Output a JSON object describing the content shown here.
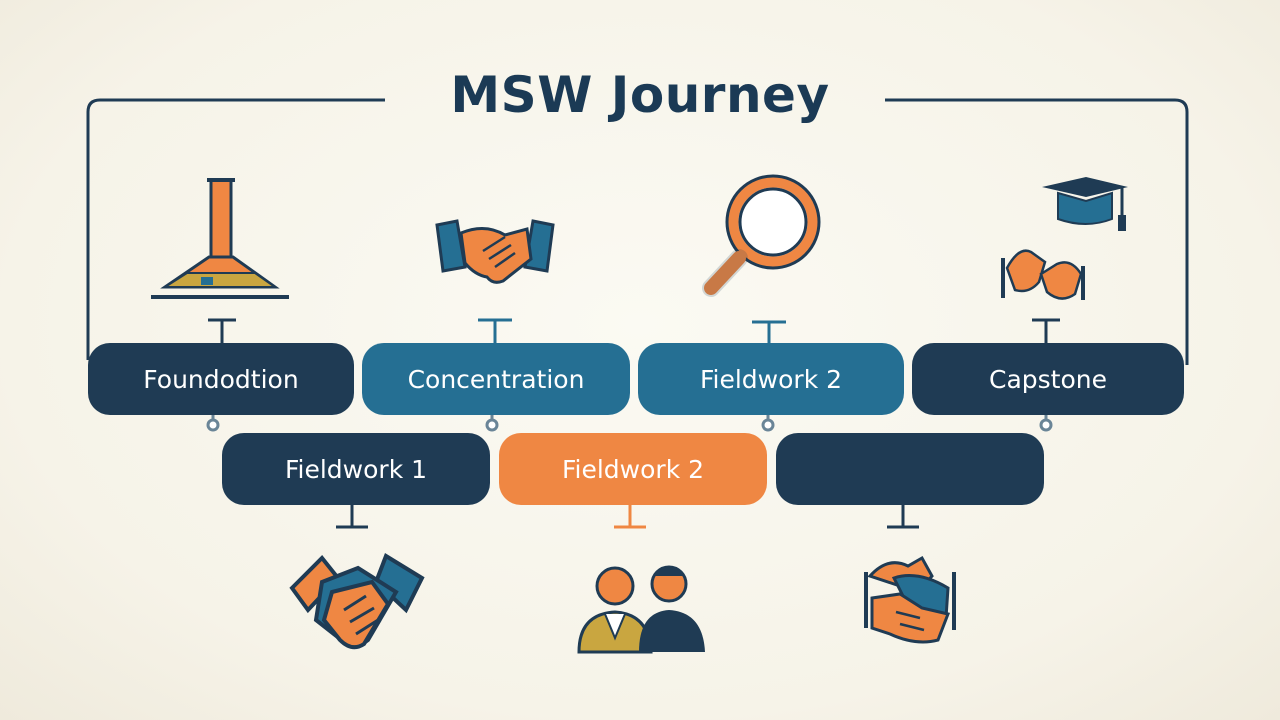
{
  "title": "MSW Journey",
  "top_row": [
    {
      "label": "Foundodtion"
    },
    {
      "label": "Concentration"
    },
    {
      "label": "Fieldwork 2"
    },
    {
      "label": "Capstone"
    }
  ],
  "bottom_row": [
    {
      "label": "Fieldwork 1"
    },
    {
      "label": "Fieldwork 2"
    },
    {
      "label": ""
    }
  ],
  "colors": {
    "navy": "#1f3b54",
    "blue": "#256f93",
    "orange": "#ef8743",
    "background": "#f6f3e8"
  },
  "icons": [
    "foundation-pillar-icon",
    "handshake-icon",
    "magnifier-icon",
    "graduation-cap-icon",
    "hands-icon",
    "handshake-large-icon",
    "people-icon",
    "group-hands-icon"
  ]
}
